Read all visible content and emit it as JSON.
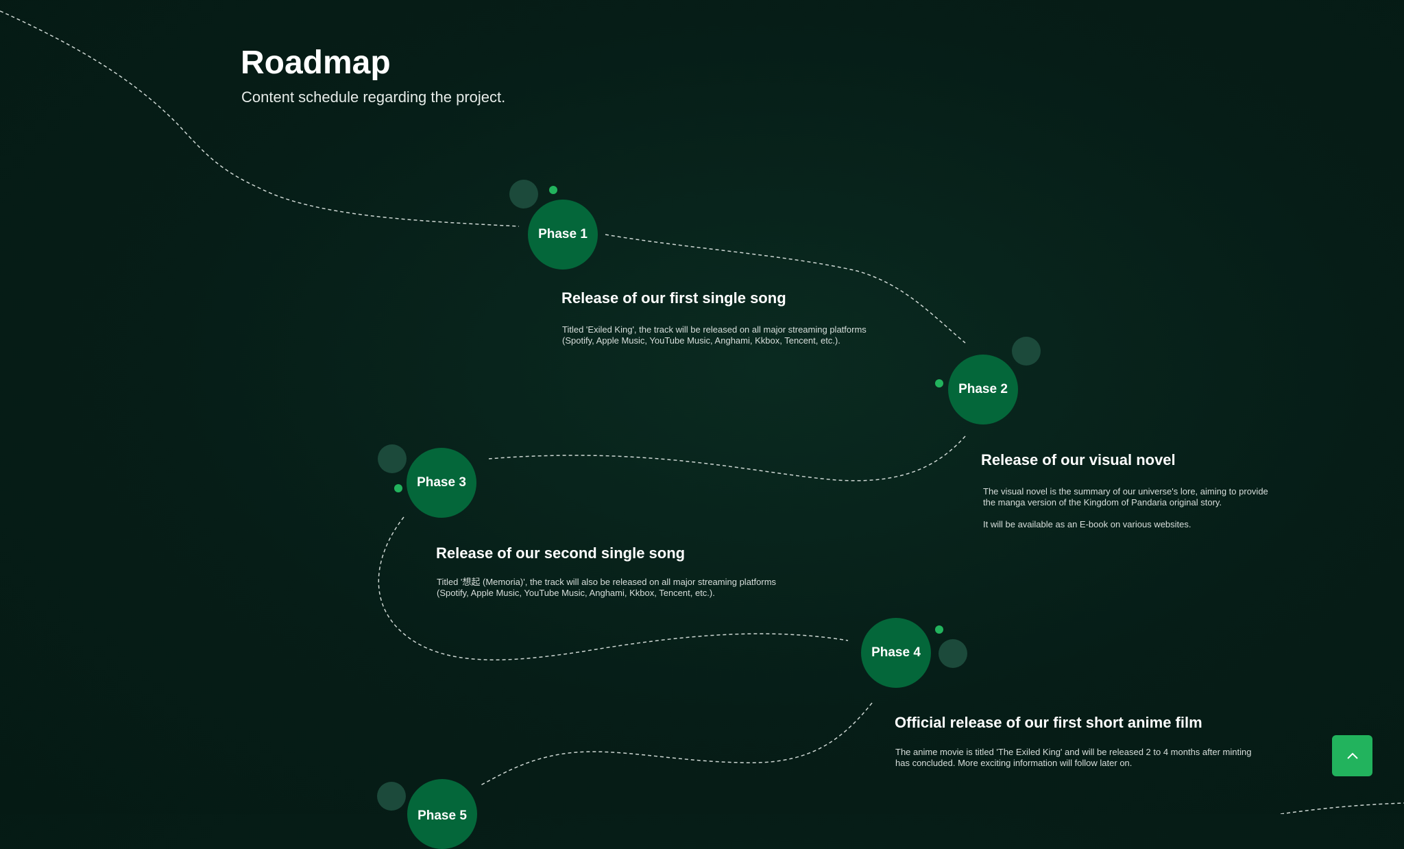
{
  "header": {
    "title": "Roadmap",
    "subtitle": "Content schedule regarding the project."
  },
  "phases": [
    {
      "label": "Phase 1",
      "title": "Release of our first single song",
      "description": "Titled 'Exiled King', the track will be released on all major streaming platforms\n(Spotify, Apple Music, YouTube Music, Anghami, Kkbox, Tencent, etc.)."
    },
    {
      "label": "Phase 2",
      "title": "Release of our visual novel",
      "description": "The visual novel is the summary of our universe's lore, aiming to provide\nthe manga version of the Kingdom of Pandaria original story.\n\nIt will be available as an E-book on various websites."
    },
    {
      "label": "Phase 3",
      "title": "Release of our second single song",
      "description": "Titled '想起 (Memoria)', the track will also be released on all major streaming platforms\n(Spotify, Apple Music, YouTube Music, Anghami, Kkbox, Tencent, etc.)."
    },
    {
      "label": "Phase 4",
      "title": "Official release of our first short anime film",
      "description": "The anime movie is titled 'The Exiled King' and will be released 2 to 4 months after minting\nhas concluded. More exciting information will follow later on."
    },
    {
      "label": "Phase 5"
    }
  ],
  "scroll_top": {
    "icon": "chevron-up-icon"
  },
  "colors": {
    "background": "#061d17",
    "phase": "#04673a",
    "accent": "#22b35d",
    "bubble": "#1c4a3b"
  }
}
